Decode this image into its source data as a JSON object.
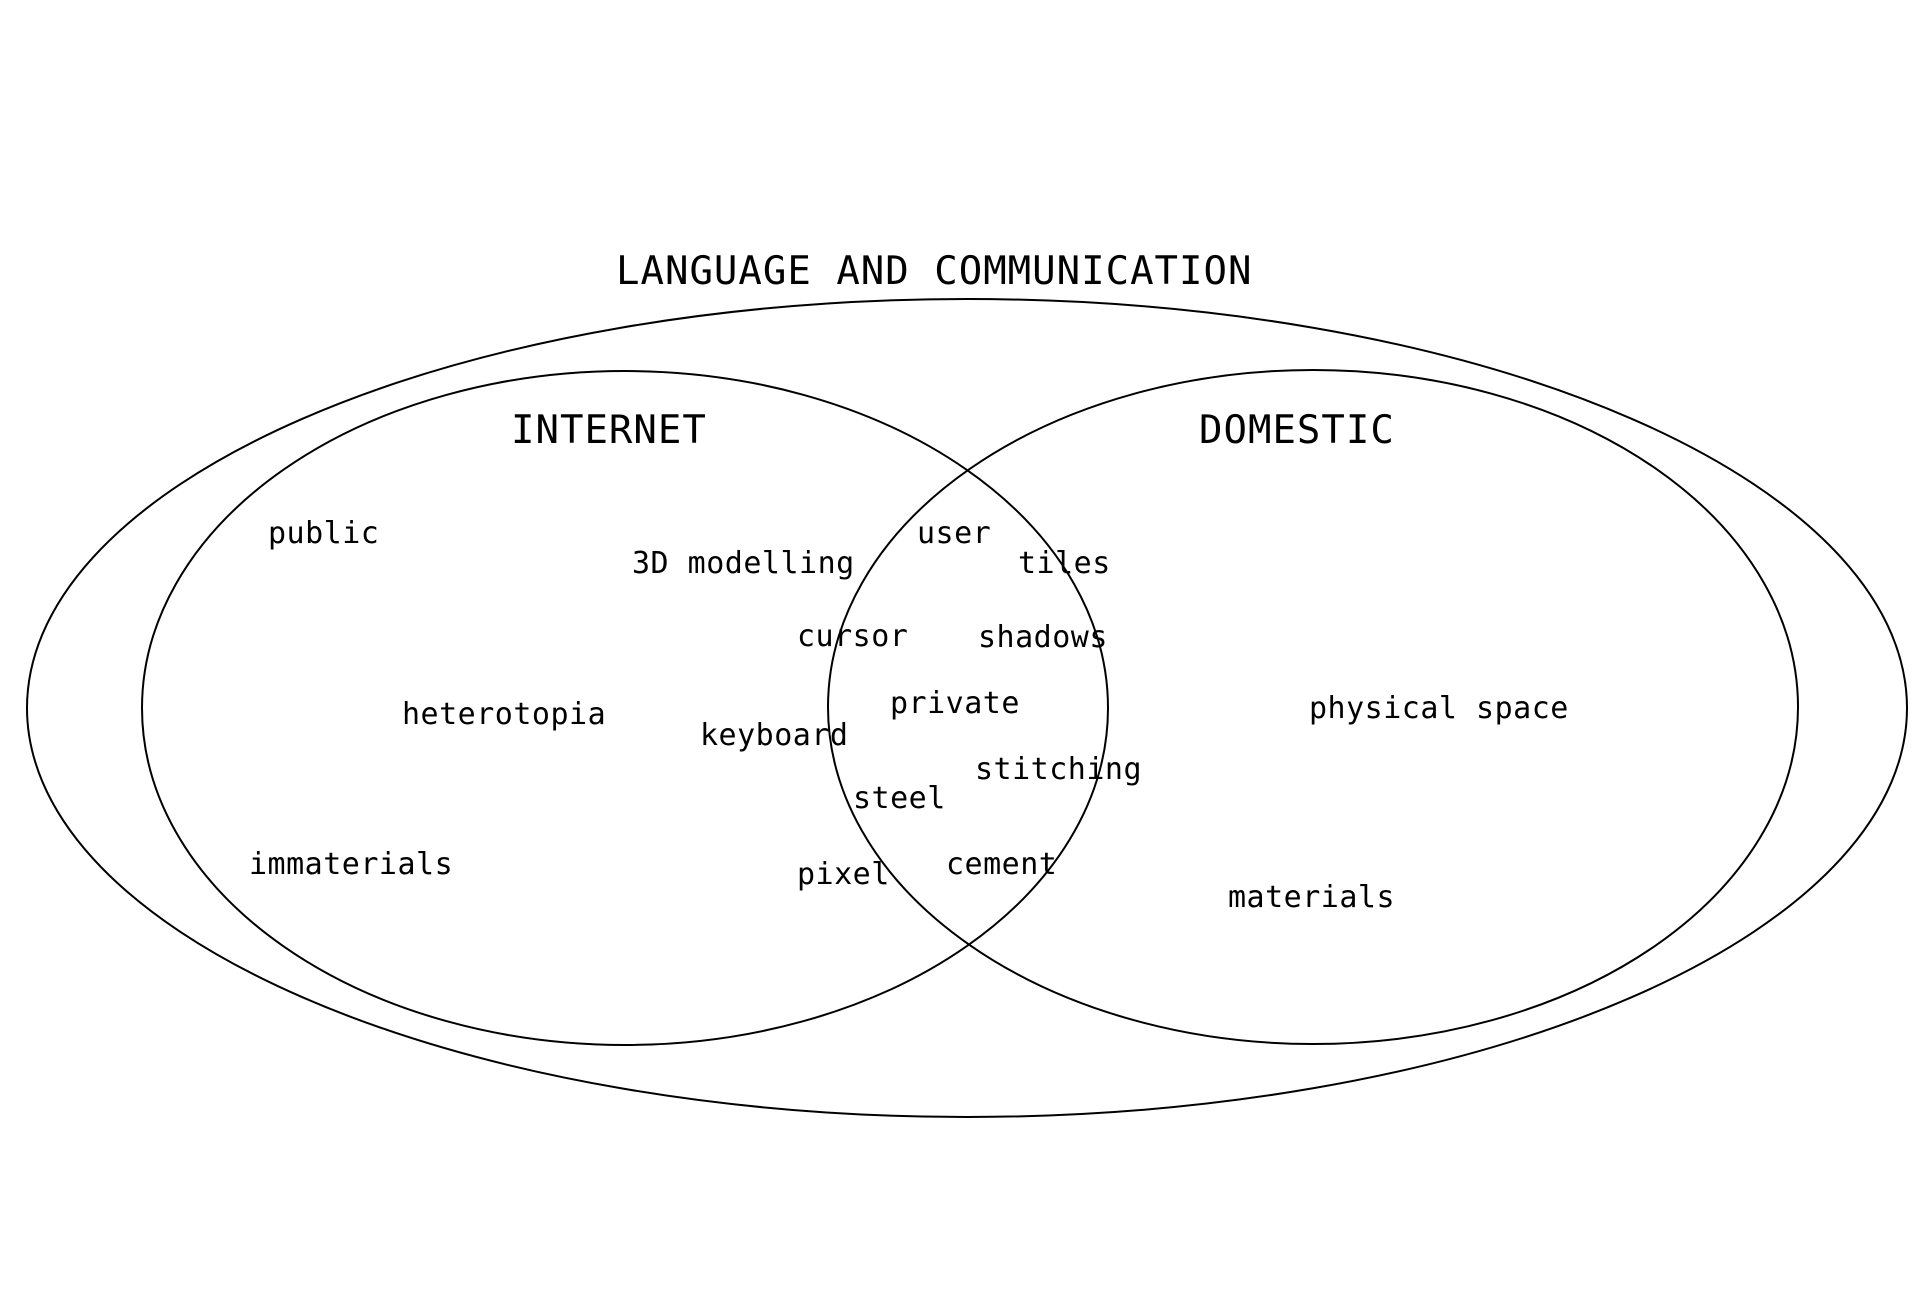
{
  "diagram": {
    "title": "LANGUAGE AND COMMUNICATION",
    "sets": [
      {
        "id": "internet",
        "label": "INTERNET"
      },
      {
        "id": "domestic",
        "label": "DOMESTIC"
      }
    ],
    "terms": {
      "internet_only": [
        "public",
        "3D modelling",
        "heterotopia",
        "keyboard",
        "immaterials",
        "pixel"
      ],
      "overlap": [
        "user",
        "tiles",
        "cursor",
        "shadows",
        "private",
        "stitching",
        "steel",
        "cement"
      ],
      "domestic_only": [
        "physical space",
        "materials"
      ]
    },
    "colors": {
      "background": "#ffffff",
      "ink": "#000000"
    }
  }
}
